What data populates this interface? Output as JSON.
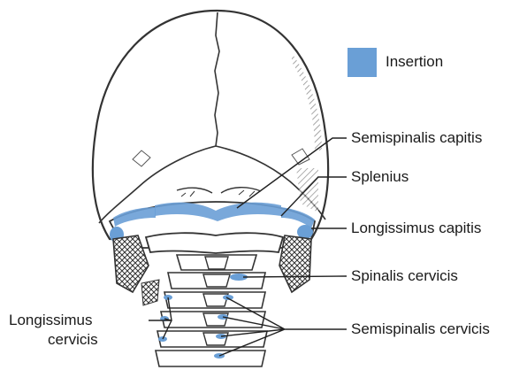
{
  "legend": {
    "label": "Insertion",
    "color": "#6a9fd6"
  },
  "labels": {
    "semispinalis_capitis": "Semispinalis capitis",
    "splenius": "Splenius",
    "longissimus_capitis": "Longissimus capitis",
    "spinalis_cervicis": "Spinalis cervicis",
    "semispinalis_cervicis": "Semispinalis cervicis",
    "longissimus_cervicis_line1": "Longissimus",
    "longissimus_cervicis_line2": "cervicis"
  },
  "colors": {
    "bone_outline": "#333333",
    "bone_fill": "#ffffff",
    "insertion": "#6a9fd6",
    "shading": "#555555"
  }
}
